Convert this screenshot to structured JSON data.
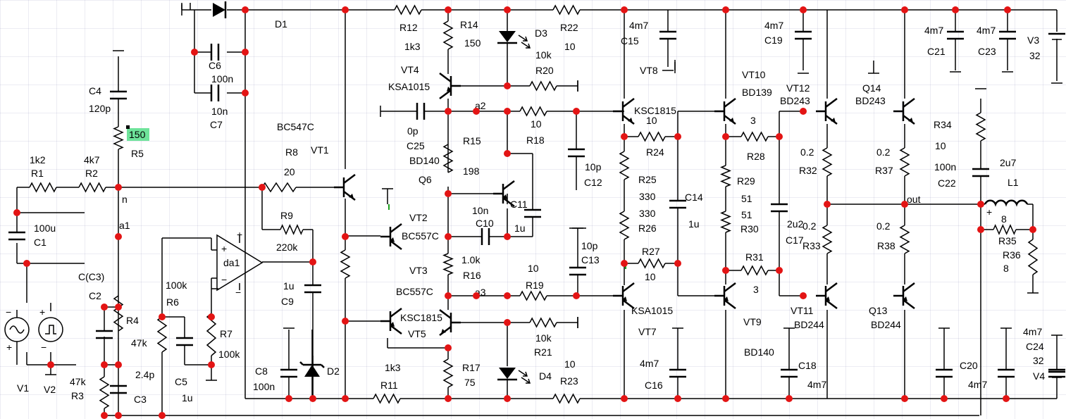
{
  "colors": {
    "wire": "#000000",
    "node": "#e31414",
    "highlight": "#6ee39a"
  },
  "labels": [
    [
      "D1",
      390,
      39
    ],
    [
      "R12",
      567,
      44
    ],
    [
      "R14",
      653,
      40
    ],
    [
      "1k3",
      574,
      71
    ],
    [
      "150",
      659,
      66
    ],
    [
      "D3",
      759,
      52
    ],
    [
      "R22",
      795,
      44
    ],
    [
      "10",
      801,
      71
    ],
    [
      "10k",
      760,
      83
    ],
    [
      "R20",
      760,
      105
    ],
    [
      "4m7",
      893,
      41
    ],
    [
      "C15",
      881,
      63
    ],
    [
      "VT8",
      908,
      105
    ],
    [
      "4m7",
      1085,
      41
    ],
    [
      "C19",
      1085,
      62
    ],
    [
      "VT10",
      1053,
      111
    ],
    [
      "BD139",
      1053,
      136
    ],
    [
      "VT12",
      1116,
      130
    ],
    [
      "BD243",
      1107,
      148
    ],
    [
      "Q14",
      1224,
      130
    ],
    [
      "BD243",
      1214,
      148
    ],
    [
      "4m7",
      1312,
      48
    ],
    [
      "C21",
      1316,
      78
    ],
    [
      "4m7",
      1386,
      48
    ],
    [
      "C23",
      1388,
      78
    ],
    [
      "V3",
      1458,
      62
    ],
    [
      "32",
      1461,
      84
    ],
    [
      "C4",
      126,
      134
    ],
    [
      "120p",
      126,
      159
    ],
    [
      "R5",
      186,
      223
    ],
    [
      "1k2",
      42,
      232
    ],
    [
      "R1",
      44,
      251
    ],
    [
      "4k7",
      119,
      232
    ],
    [
      "R2",
      121,
      251
    ],
    [
      "C6",
      296,
      98
    ],
    [
      "100n",
      300,
      117
    ],
    [
      "10n",
      300,
      163
    ],
    [
      "C7",
      298,
      182
    ],
    [
      "BC547C",
      393,
      185
    ],
    [
      "R8",
      405,
      221
    ],
    [
      "VT1",
      441,
      218
    ],
    [
      "20",
      403,
      249
    ],
    [
      "VT4",
      569,
      104
    ],
    [
      "KSA1015",
      551,
      128
    ],
    [
      "0p",
      578,
      191
    ],
    [
      "C25",
      577,
      212
    ],
    [
      "R15",
      657,
      205
    ],
    [
      "BD140",
      581,
      233
    ],
    [
      "198",
      657,
      248
    ],
    [
      "Q6",
      594,
      260
    ],
    [
      "10",
      753,
      181
    ],
    [
      "R18",
      747,
      204
    ],
    [
      "10p",
      830,
      242
    ],
    [
      "C12",
      829,
      264
    ],
    [
      "KSC1815",
      900,
      162
    ],
    [
      "10",
      917,
      176
    ],
    [
      "R24",
      917,
      221
    ],
    [
      "R25",
      906,
      260
    ],
    [
      "330",
      907,
      284
    ],
    [
      "330",
      907,
      308
    ],
    [
      "R26",
      906,
      329
    ],
    [
      "C14",
      972,
      285
    ],
    [
      "1u",
      977,
      323
    ],
    [
      "3",
      1065,
      176
    ],
    [
      "R28",
      1060,
      227
    ],
    [
      "R29",
      1046,
      262
    ],
    [
      "51",
      1052,
      287
    ],
    [
      "51",
      1052,
      310
    ],
    [
      "R30",
      1051,
      330
    ],
    [
      "0.2",
      1136,
      221
    ],
    [
      "R32",
      1134,
      247
    ],
    [
      "0.2",
      1244,
      221
    ],
    [
      "R37",
      1242,
      247
    ],
    [
      "R34",
      1325,
      182
    ],
    [
      "10",
      1327,
      212
    ],
    [
      "100n",
      1326,
      242
    ],
    [
      "C22",
      1331,
      265
    ],
    [
      "2u7",
      1419,
      236
    ],
    [
      "L1",
      1430,
      264
    ],
    [
      "out",
      1287,
      288
    ],
    [
      "n",
      173,
      288
    ],
    [
      "a1",
      169,
      325
    ],
    [
      "100u",
      48,
      329
    ],
    [
      "C1",
      48,
      349
    ],
    [
      "R9",
      398,
      311
    ],
    [
      "220k",
      392,
      356
    ],
    [
      "da1",
      317,
      378
    ],
    [
      "VT2",
      581,
      314
    ],
    [
      "BC557C",
      570,
      340
    ],
    [
      "10n",
      670,
      304
    ],
    [
      "C10",
      675,
      322
    ],
    [
      "C11",
      724,
      295
    ],
    [
      "1u",
      730,
      329
    ],
    [
      "10p",
      825,
      354
    ],
    [
      "C13",
      825,
      374
    ],
    [
      "R27",
      911,
      362
    ],
    [
      "10",
      915,
      398
    ],
    [
      "2u2",
      1117,
      323
    ],
    [
      "0.2",
      1139,
      326
    ],
    [
      "C17",
      1115,
      346
    ],
    [
      "R33",
      1139,
      354
    ],
    [
      "0.2",
      1244,
      326
    ],
    [
      "R38",
      1245,
      354
    ],
    [
      "8",
      1421,
      316
    ],
    [
      "R35",
      1417,
      347
    ],
    [
      "R36",
      1423,
      367
    ],
    [
      "8",
      1424,
      386
    ],
    [
      "C(C3)",
      111,
      398
    ],
    [
      "C2",
      126,
      425
    ],
    [
      "100k",
      235,
      410
    ],
    [
      "R6",
      236,
      434
    ],
    [
      "1u",
      402,
      411
    ],
    [
      "C9",
      399,
      433
    ],
    [
      "VT3",
      581,
      389
    ],
    [
      "BC557C",
      562,
      419
    ],
    [
      "1.0k",
      655,
      374
    ],
    [
      "R16",
      657,
      396
    ],
    [
      "a3",
      674,
      420
    ],
    [
      "10",
      749,
      386
    ],
    [
      "R19",
      746,
      410
    ],
    [
      "R31",
      1058,
      370
    ],
    [
      "3",
      1069,
      416
    ],
    [
      "KSC1815",
      568,
      456
    ],
    [
      "VT5",
      579,
      479
    ],
    [
      "VT7",
      906,
      476
    ],
    [
      "KSA1015",
      896,
      446
    ],
    [
      "VT9",
      1055,
      462
    ],
    [
      "VT11",
      1122,
      446
    ],
    [
      "BD244",
      1127,
      466
    ],
    [
      "Q13",
      1233,
      446
    ],
    [
      "BD244",
      1236,
      466
    ],
    [
      "R4",
      179,
      460
    ],
    [
      "47k",
      186,
      492
    ],
    [
      "R7",
      312,
      479
    ],
    [
      "100k",
      310,
      508
    ],
    [
      "10k",
      760,
      485
    ],
    [
      "R21",
      758,
      505
    ],
    [
      "10",
      801,
      522
    ],
    [
      "R23",
      795,
      546
    ],
    [
      "D4",
      765,
      539
    ],
    [
      "1k3",
      546,
      527
    ],
    [
      "R11",
      540,
      552
    ],
    [
      "R17",
      656,
      527
    ],
    [
      "75",
      659,
      548
    ],
    [
      "D2",
      464,
      532
    ],
    [
      "C8",
      362,
      532
    ],
    [
      "100n",
      359,
      554
    ],
    [
      "4m7",
      908,
      521
    ],
    [
      "C16",
      915,
      552
    ],
    [
      "BD140",
      1056,
      505
    ],
    [
      "C18",
      1133,
      524
    ],
    [
      "4m7",
      1146,
      551
    ],
    [
      "C20",
      1362,
      524
    ],
    [
      "4m7",
      1374,
      551
    ],
    [
      "4m7",
      1452,
      476
    ],
    [
      "C24",
      1456,
      497
    ],
    [
      "32",
      1466,
      517
    ],
    [
      "V4",
      1466,
      539
    ],
    [
      "47k",
      99,
      547
    ],
    [
      "R3",
      101,
      567
    ],
    [
      "2.4p",
      192,
      537
    ],
    [
      "C3",
      190,
      572
    ],
    [
      "C5",
      248,
      547
    ],
    [
      "1u",
      258,
      570
    ],
    [
      "V1",
      24,
      556
    ],
    [
      "V2",
      62,
      558
    ],
    [
      "a2",
      674,
      155
    ]
  ],
  "highlighted_value": "150"
}
